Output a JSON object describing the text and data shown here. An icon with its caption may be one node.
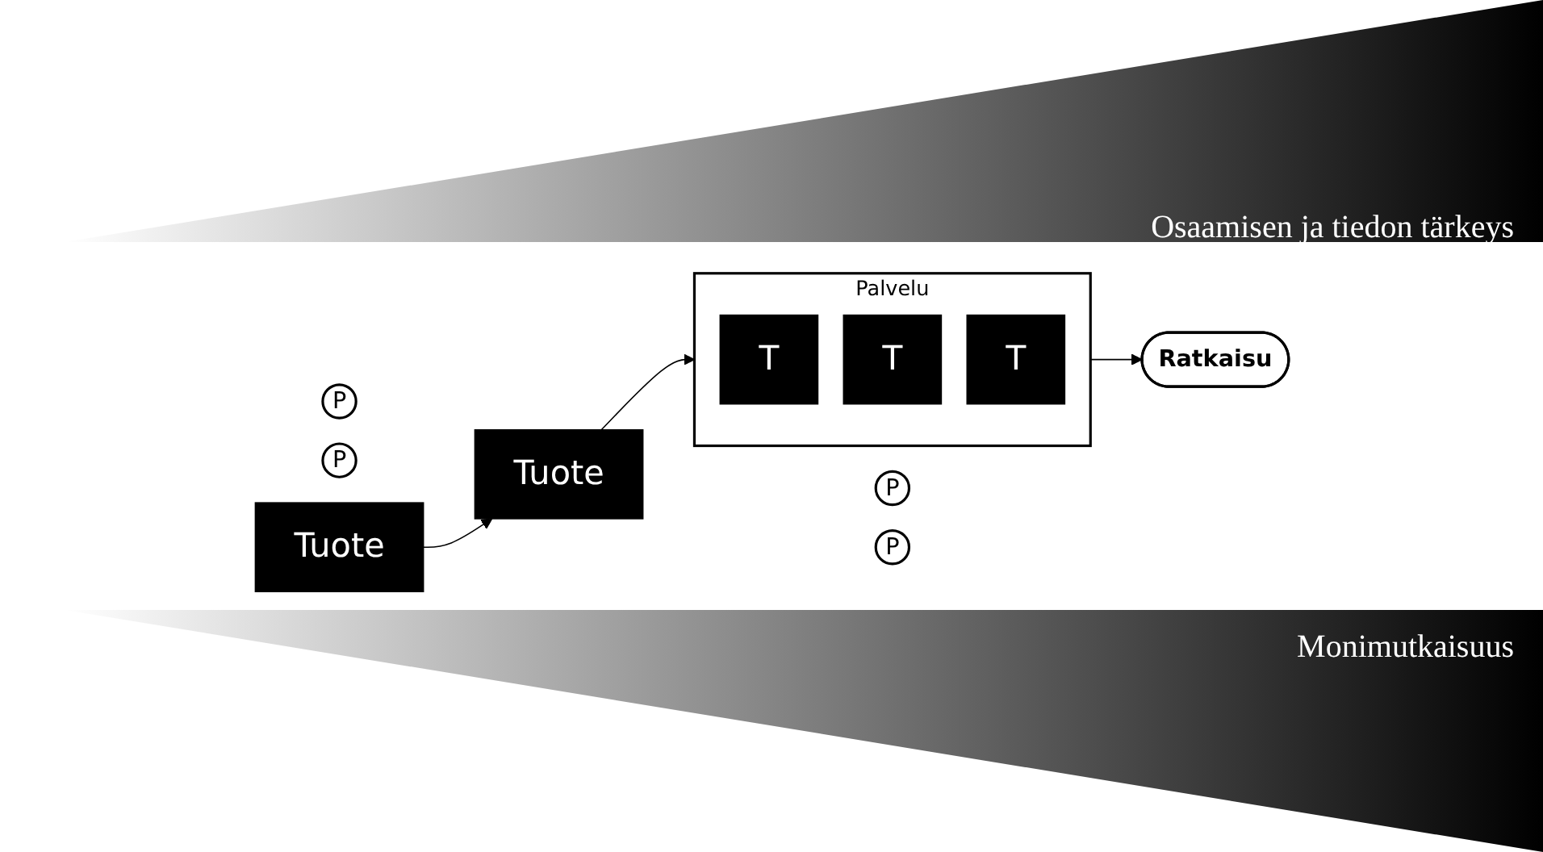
{
  "diagram": {
    "nodes": [
      {
        "text": [
          "Tuote"
        ]
      },
      {
        "text": [
          "Tuote"
        ]
      },
      {
        "text": [
          "P"
        ]
      },
      {
        "text": [
          "P"
        ]
      },
      {
        "text": [
          "P"
        ]
      },
      {
        "text": [
          "P"
        ]
      },
      {
        "text": [
          "Palvelu"
        ]
      },
      {
        "text": [
          "T"
        ],
        "in": 6
      },
      {
        "text": [
          "T"
        ],
        "in": 6
      },
      {
        "text": [
          "T"
        ],
        "in": 6
      },
      {
        "text": [
          "Ratkaisu"
        ]
      }
    ],
    "edges": [
      {
        "from": 0,
        "to": 1,
        "arrow": "to"
      },
      {
        "from": 1,
        "to": 6,
        "arrow": "to"
      },
      {
        "from": 6,
        "to": 10,
        "arrow": "to"
      }
    ],
    "labels": [
      "Osaamisen ja tiedon tärkeys",
      "Monimutkaisuus"
    ]
  }
}
